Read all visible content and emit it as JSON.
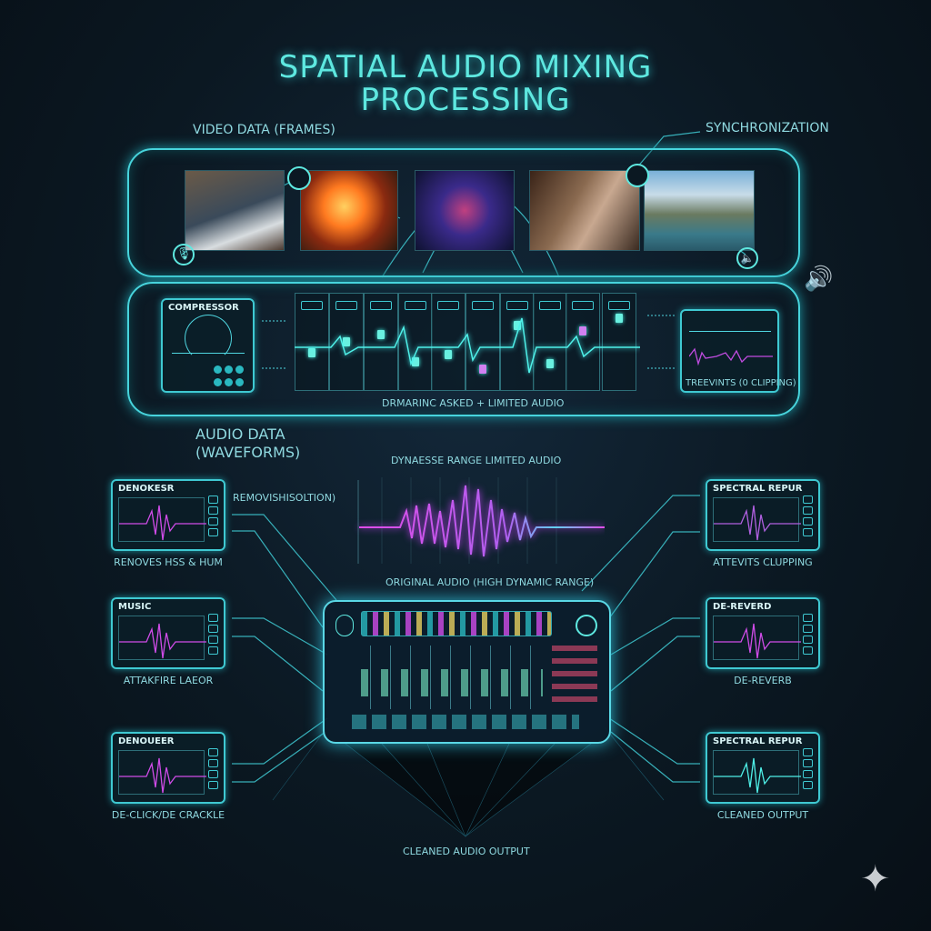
{
  "title": {
    "line1": "SPATIAL AUDIO MIXING",
    "line2": "PROCESSING"
  },
  "video": {
    "label": "VIDEO DATA (FRAMES)",
    "sync_label": "SYNCHRONIZATION"
  },
  "processing": {
    "compressor_title": "COMPRESSOR",
    "footer": "DRMARINC ASKED + LIMITED AUDIO",
    "clipping_box_label": "TREEVINTS (0 CLIPPING)"
  },
  "audio_data": {
    "line1": "AUDIO DATA",
    "line2": "(WAVEFORMS)"
  },
  "center_chart": {
    "title": "DYNAESSE RANGE LIMITED AUDIO",
    "caption": "ORIGINAL AUDIO (HIGH DYNAMIC RANGE)",
    "side_text": "REMOVISHISOLTION)"
  },
  "modules_left": [
    {
      "title": "DENOKESR",
      "caption": "RENOVES HSS & HUM"
    },
    {
      "title": "MUSIC",
      "caption": "ATTAKFIRE LAEOR"
    },
    {
      "title": "DENOUEER",
      "caption": "DE-CLICK/DE CRACKLE"
    }
  ],
  "modules_right": [
    {
      "title": "SPECTRAL REPUR",
      "caption": "ATTEVITS CLUPPING"
    },
    {
      "title": "DE-REVERD",
      "caption": "DE-REVERB"
    },
    {
      "title": "SPECTRAL REPUR",
      "caption": "CLEANED OUTPUT"
    }
  ],
  "output_label": "CLEANED AUDIO OUTPUT",
  "colors": {
    "accent": "#5ee8e0",
    "magenta": "#d04ce8",
    "bg": "#0b1822"
  }
}
